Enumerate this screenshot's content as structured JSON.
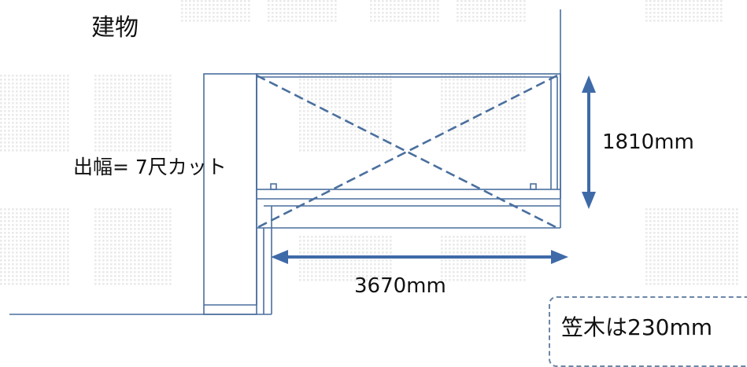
{
  "labels": {
    "building": "建物",
    "projection": "出幅=  7尺カット",
    "height_dim": "1810mm",
    "width_dim": "3670mm",
    "kasagi_note": "笠木は230mm"
  },
  "colors": {
    "line": "#4a6f9e",
    "arrow": "#3f6aa8",
    "watermark": "#e3e3e3"
  }
}
